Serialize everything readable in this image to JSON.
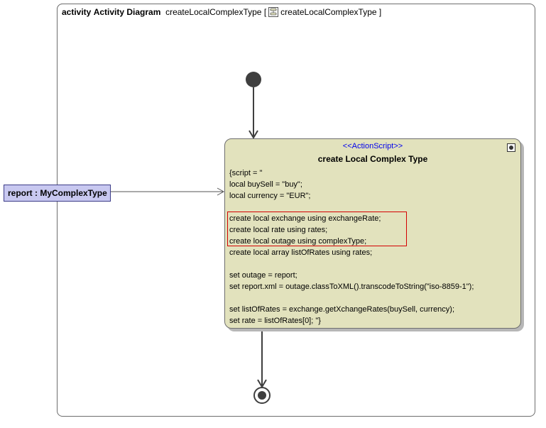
{
  "frame": {
    "kind": "activity",
    "diagram_type": "Activity Diagram",
    "name": "createLocalComplexType",
    "ref_open": "[",
    "ref_name": "createLocalComplexType",
    "ref_close": "]",
    "ref_icon": "activity-icon"
  },
  "action": {
    "stereotype": "<<ActionScript>>",
    "title": "create Local Complex Type",
    "icon": "settings-icon",
    "script_lines": [
      "{script = \"",
      "local buySell = \"buy\";",
      "local currency = \"EUR\";",
      "",
      "create local exchange using exchangeRate;",
      "create local rate using rates;",
      "create local outage using complexType;",
      "create local array listOfRates using rates;",
      "",
      "set outage = report;",
      "set report.xml = outage.classToXML().transcodeToString(\"iso-8859-1\");",
      "",
      "set listOfRates = exchange.getXchangeRates(buySell, currency);",
      "set rate = listOfRates[0]; \"}"
    ]
  },
  "object_node": {
    "label": "report : MyComplexType"
  },
  "colors": {
    "action_fill": "#e2e2bd",
    "object_fill": "#c8c8f0",
    "stereotype": "#0000ee",
    "highlight": "#d40000"
  }
}
